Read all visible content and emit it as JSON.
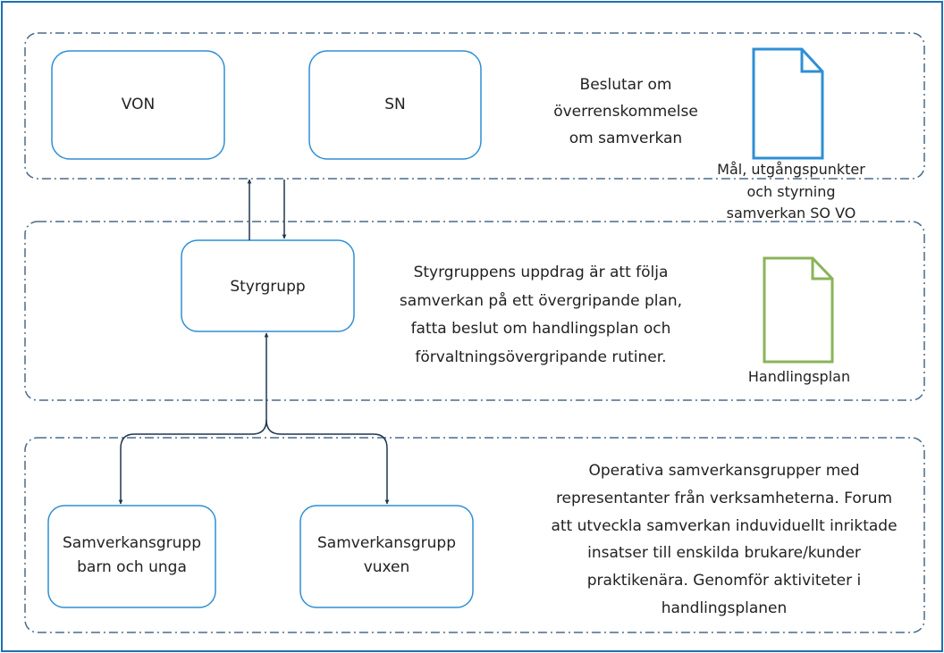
{
  "colors": {
    "frame": "#1f6fb2",
    "group_border": "#4a6a8a",
    "box_border": "#2e8fd4",
    "arrow": "#1e3550",
    "doc_blue": "#2e8fd4",
    "doc_green": "#8ab458",
    "text": "#222222"
  },
  "top_group": {
    "von_label": "VON",
    "sn_label": "SN",
    "text_lines": [
      "Beslutar om",
      "överrenskommelse",
      "om samverkan"
    ],
    "doc_icon": "document-icon",
    "doc_caption_lines": [
      "Mål, utgångspunkter",
      "och styrning",
      "samverkan SO VO"
    ]
  },
  "middle_group": {
    "styrgrupp_label": "Styrgrupp",
    "text_lines": [
      "Styrgruppens uppdrag är att följa",
      "samverkan på ett övergripande plan,",
      "fatta beslut om handlingsplan och",
      "förvaltningsövergripande rutiner."
    ],
    "doc_icon": "document-icon",
    "doc_caption": "Handlingsplan"
  },
  "bottom_group": {
    "box1_lines": [
      "Samverkansgrupp",
      "barn och unga"
    ],
    "box2_lines": [
      "Samverkansgrupp",
      "vuxen"
    ],
    "text_lines": [
      "Operativa samverkansgrupper med",
      "representanter från verksamheterna. Forum",
      "att utveckla samverkan induviduellt inriktade",
      "insatser till enskilda brukare/kunder",
      "praktikenära. Genomför aktiviteter i",
      "handlingsplanen"
    ]
  }
}
